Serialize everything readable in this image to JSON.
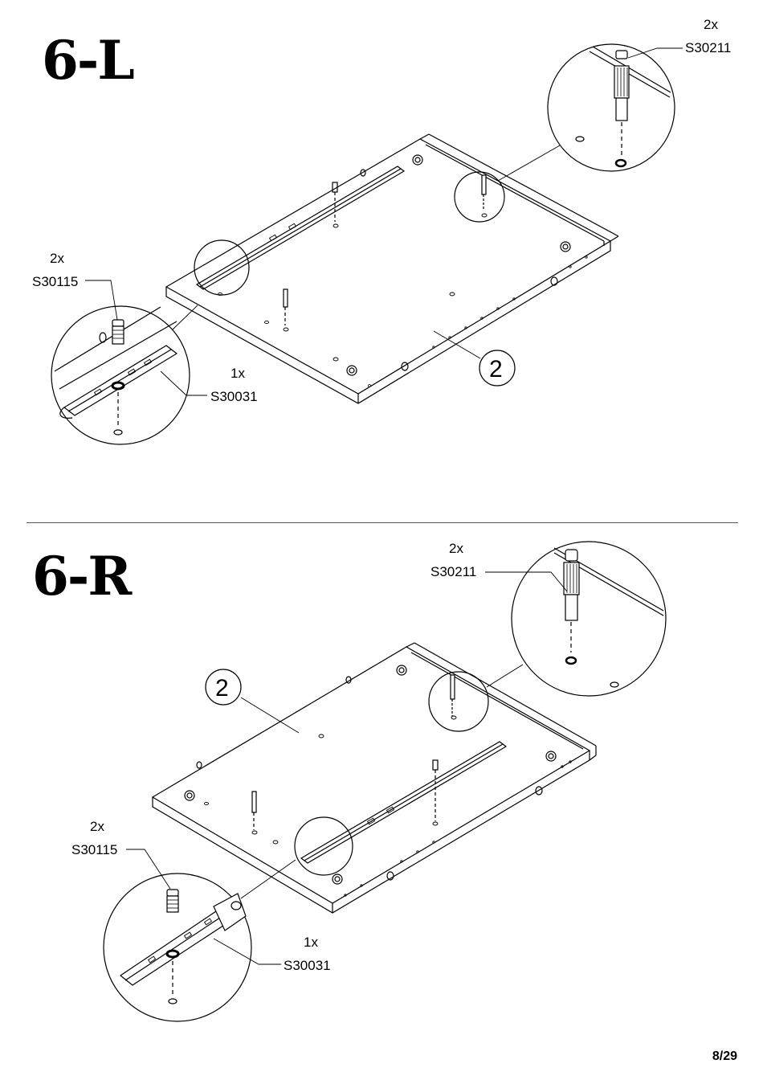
{
  "page": {
    "number": "8/29"
  },
  "step_left": {
    "title": "6-L",
    "panel_callout": "2",
    "parts": {
      "cam_bolt": {
        "qty": "2x",
        "code": "S30211"
      },
      "dowel_screw": {
        "qty": "2x",
        "code": "S30115"
      },
      "drawer_slide": {
        "qty": "1x",
        "code": "S30031"
      }
    }
  },
  "step_right": {
    "title": "6-R",
    "panel_callout": "2",
    "parts": {
      "cam_bolt": {
        "qty": "2x",
        "code": "S30211"
      },
      "dowel_screw": {
        "qty": "2x",
        "code": "S30115"
      },
      "drawer_slide": {
        "qty": "1x",
        "code": "S30031"
      }
    }
  }
}
